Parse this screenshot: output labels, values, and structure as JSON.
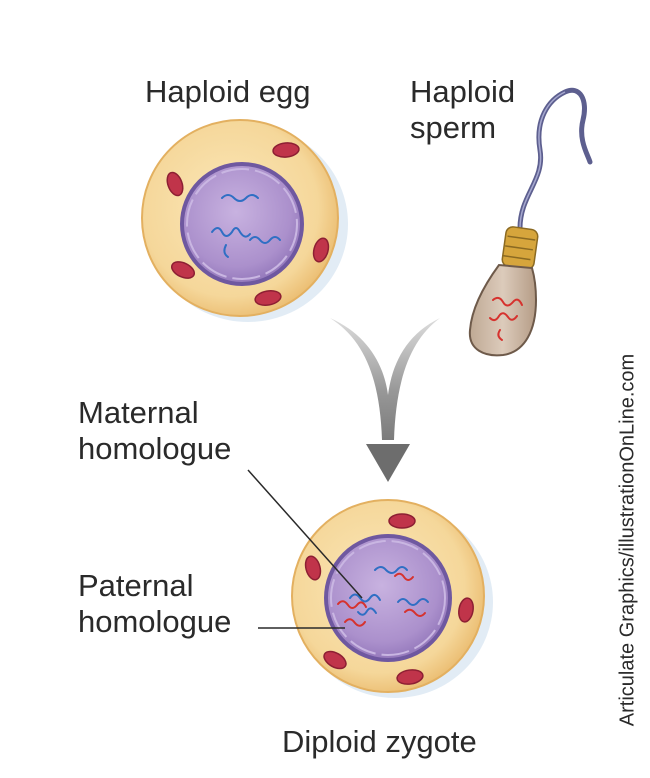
{
  "labels": {
    "egg": "Haploid egg",
    "sperm_line1": "Haploid",
    "sperm_line2": "sperm",
    "maternal_line1": "Maternal",
    "maternal_line2": "homologue",
    "paternal_line1": "Paternal",
    "paternal_line2": "homologue",
    "zygote": "Diploid zygote"
  },
  "credit": "Articulate Graphics/illustrationOnLine.com",
  "colors": {
    "cytoplasm": "#f5d79a",
    "cytoplasm_edge": "#e9b86a",
    "nucleus": "#a98cc9",
    "nucleus_edge": "#7a62a8",
    "organelle": "#c0344a",
    "maternal_chromosome": "#2f6fc4",
    "paternal_chromosome": "#d6322e",
    "arrow": "#7a7a7a",
    "sperm_head": "#d2c0b0",
    "sperm_midpiece": "#d6a53c",
    "sperm_tail": "#5d5f8f"
  }
}
